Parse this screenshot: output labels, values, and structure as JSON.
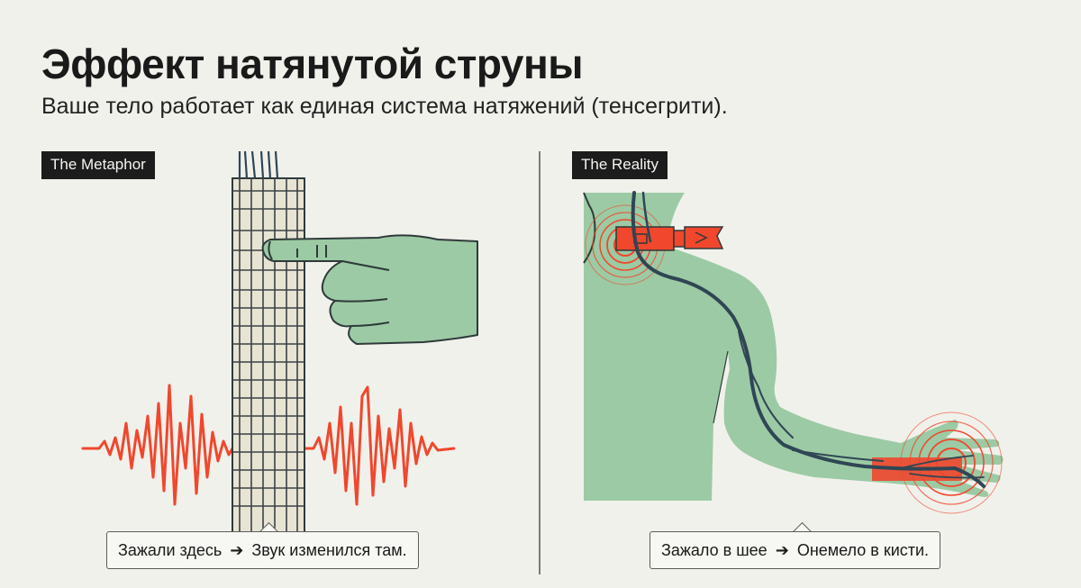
{
  "header": {
    "title": "Эффект натянутой струны",
    "subtitle": "Ваше тело работает как единая система натяжений (тенсегрити)."
  },
  "panels": {
    "left": {
      "tag": "The Metaphor",
      "callout_cause": "Зажали здесь",
      "callout_effect": "Звук изменился там.",
      "arrow": "➔"
    },
    "right": {
      "tag": "The Reality",
      "callout_cause": "Зажало в шее",
      "callout_effect": "Онемело в кисти.",
      "arrow": "➔"
    }
  },
  "colors": {
    "background": "#f1f1ec",
    "accent_red": "#f0472d",
    "body_green": "#9ccaa4",
    "outline_dark": "#2e3a3a",
    "nerve_blue": "#2f4654"
  },
  "icons": [
    "pointing-hand-icon",
    "guitar-neck-icon",
    "sound-wave-icon",
    "human-torso-icon",
    "clamp-icon",
    "pain-ripple-icon"
  ]
}
